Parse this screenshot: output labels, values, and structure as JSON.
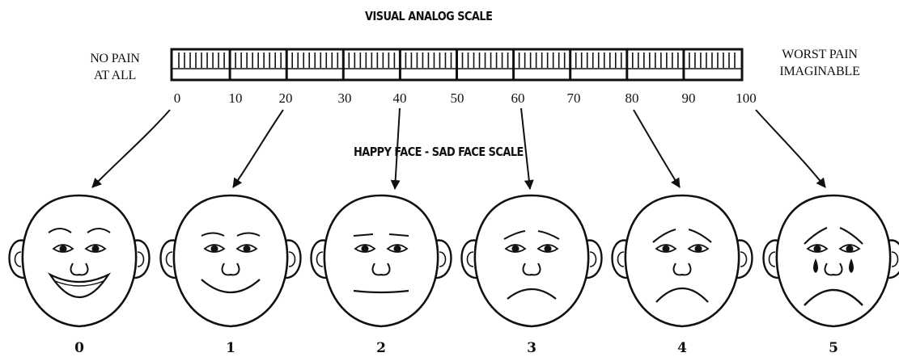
{
  "vas": {
    "title": "VISUAL ANALOG SCALE",
    "left_anchor": [
      "NO PAIN",
      "AT ALL"
    ],
    "right_anchor": [
      "WORST PAIN",
      "IMAGINABLE"
    ],
    "ticks": [
      "0",
      "10",
      "20",
      "30",
      "40",
      "50",
      "60",
      "70",
      "80",
      "90",
      "100"
    ]
  },
  "faces": {
    "title": "HAPPY FACE - SAD FACE SCALE",
    "scores": [
      "0",
      "1",
      "2",
      "3",
      "4",
      "5"
    ],
    "arrow_sources": [
      "0",
      "20",
      "40",
      "60",
      "80",
      "100"
    ]
  }
}
